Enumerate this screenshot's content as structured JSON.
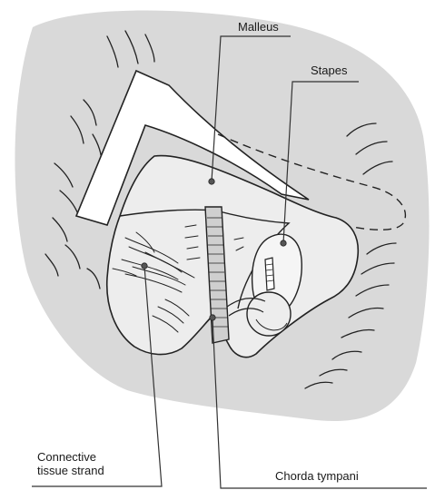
{
  "labels": {
    "malleus": "Malleus",
    "stapes": "Stapes",
    "connective_line1": "Connective",
    "connective_line2": "tissue strand",
    "chorda_tympani": "Chorda tympani"
  },
  "colors": {
    "background_tissue": "#d9d9d9",
    "structure_fill": "#ededed",
    "outline": "#222222"
  }
}
